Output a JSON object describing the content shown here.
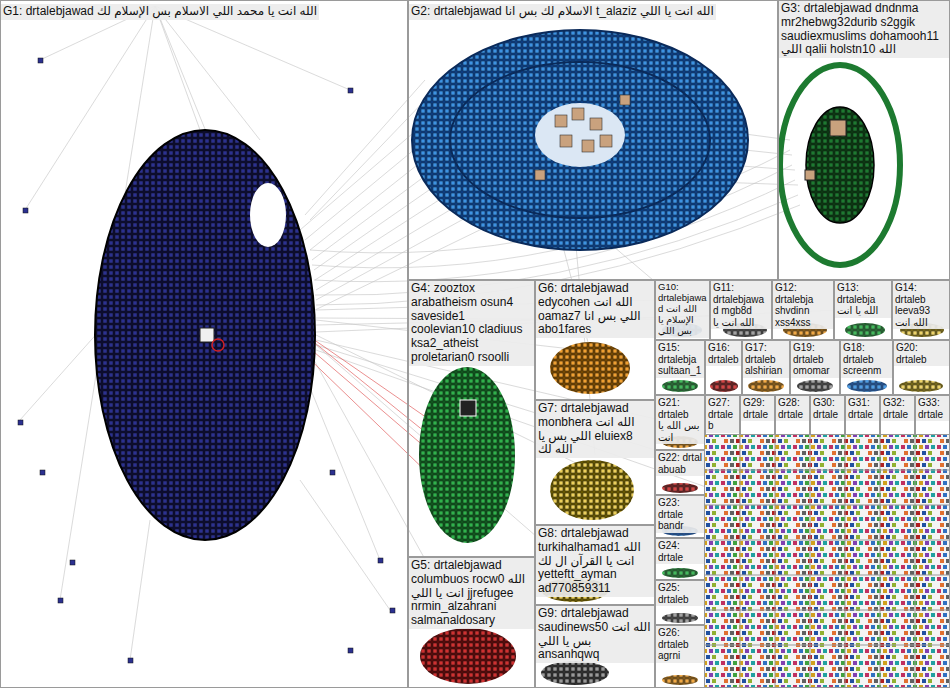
{
  "diagram": {
    "nodes": [
      {
        "text": [
          "G1: drtalebjawad الله انت يا محمد اللي الاسلام بس الإسلام لك"
        ]
      },
      {
        "text": [
          "G2: drtalebjawad الاسلام لك بس انا t_alaziz الله انت يا اللي"
        ]
      },
      {
        "text": [
          "G3: drtalebjawad dndnma mr2hebwg32durib s2ggik saudiexmuslims dohamooh11 اللي qalii holstn10 الله"
        ]
      },
      {
        "text": [
          "G4: zooztox arabatheism osun4 saveside1 coolevian10 cladiuus ksa2_atheist proletarian0 rsoolli"
        ]
      },
      {
        "text": [
          "G5: drtalebjawad columbuos rocw0 الله انت يا اللي jjrefugee nrmin_alzahrani salmanaldosary"
        ]
      },
      {
        "text": [
          "G6: drtalebjawad edycohen الله انت oamaz7 اللي بس انا abo1fares"
        ]
      },
      {
        "text": [
          "G7: drtalebjawad monbhera الله انت اللي بس يا eluiex8 الله لك"
        ]
      },
      {
        "text": [
          "G8: drtalebjawad turkihalhamad1 الله انت يا القرآن ال لك yetteftt_ayman ad770859311"
        ]
      },
      {
        "text": [
          "G9: drtalebjawad saudinews50 الله انت بس يا اللي ansanhqwq"
        ]
      },
      {
        "text": [
          "G10: drtalebjawad الله انت الإسلام يا بس اللي"
        ]
      },
      {
        "text": [
          "G11: drtalebjawad mgb8d الله انت يا"
        ]
      },
      {
        "text": [
          "G12: drtalebja shvdinn xss4xss"
        ]
      },
      {
        "text": [
          "G13: drtalebja الله يا انت"
        ]
      },
      {
        "text": [
          "G14: drtaleb leeva93 الله انت"
        ]
      },
      {
        "text": [
          "G15: drtalebja sultaan_1"
        ]
      },
      {
        "text": [
          "G16: drtaleb"
        ]
      },
      {
        "text": [
          "G17: drtaleb alshirian"
        ]
      },
      {
        "text": [
          "G19: drtaleb omomar"
        ]
      },
      {
        "text": [
          "G18: drtaleb screenm"
        ]
      },
      {
        "text": [
          "G20: drtaleb"
        ]
      },
      {
        "text": [
          "G21: drtaleb بس الله يا انت"
        ]
      },
      {
        "text": [
          "G27: drtaleb"
        ]
      },
      {
        "text": [
          "G29: drtale"
        ]
      },
      {
        "text": [
          "G28: drtale"
        ]
      },
      {
        "text": [
          "G30: drtale"
        ]
      },
      {
        "text": [
          "G31: drtale"
        ]
      },
      {
        "text": [
          "G32: drtale"
        ]
      },
      {
        "text": [
          "G33: drtale"
        ]
      },
      {
        "text": [
          "G22: drtal abuab"
        ]
      },
      {
        "text": [
          "G23: drtale bandr"
        ]
      },
      {
        "text": [
          "G24: drtale"
        ]
      },
      {
        "text": [
          "G25: drtaleb"
        ]
      },
      {
        "text": [
          "G26: drtaleb agrni"
        ]
      }
    ]
  }
}
